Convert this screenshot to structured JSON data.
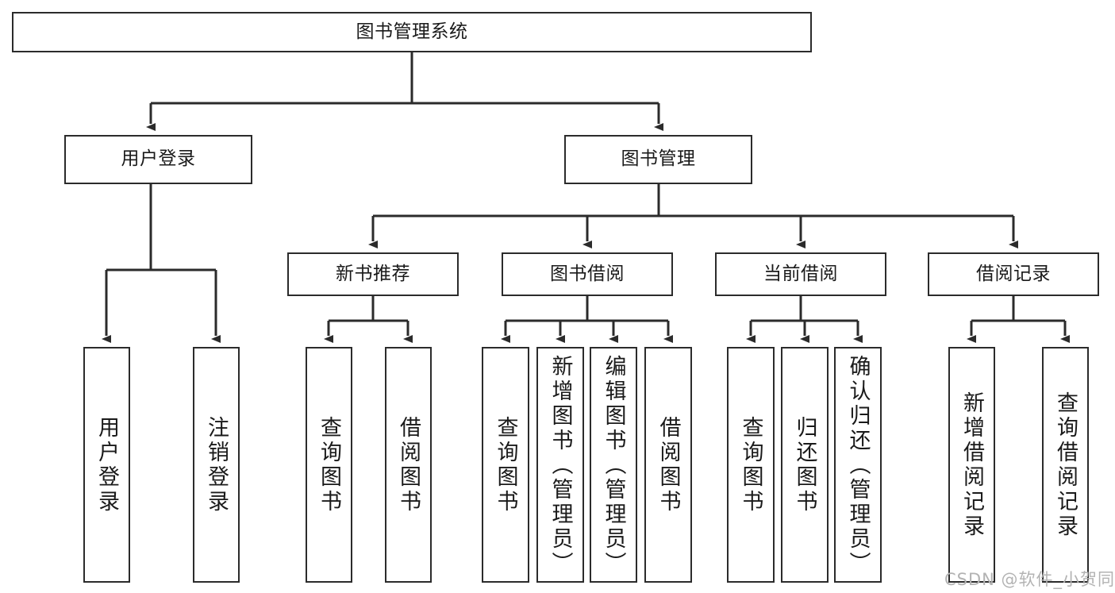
{
  "diagram": {
    "title": "图书管理系统",
    "type": "tree-hierarchy-chart",
    "watermark": "CSDN @软件_小贺同学",
    "colors": {
      "box_border": "#2b2b2b",
      "box_fill": "#ffffff",
      "connector": "#2b2b2b",
      "text": "#1a1a1a",
      "watermark": "#b3b3b3"
    },
    "levels": {
      "root": {
        "label": "图书管理系统"
      },
      "level2": [
        {
          "id": "user-login",
          "label": "用户登录"
        },
        {
          "id": "book-management",
          "label": "图书管理"
        }
      ],
      "level3": [
        {
          "id": "new-book-recommend",
          "label": "新书推荐",
          "parent": "book-management"
        },
        {
          "id": "book-borrow",
          "label": "图书借阅",
          "parent": "book-management"
        },
        {
          "id": "current-borrow",
          "label": "当前借阅",
          "parent": "book-management"
        },
        {
          "id": "borrow-record",
          "label": "借阅记录",
          "parent": "book-management"
        }
      ],
      "leaves": {
        "user_login": [
          {
            "id": "leaf-user-login",
            "label": "用户登录"
          },
          {
            "id": "leaf-logout",
            "label": "注销登录"
          }
        ],
        "new_book_recommend": [
          {
            "id": "leaf-query-book-1",
            "label": "查询图书"
          },
          {
            "id": "leaf-borrow-book-1",
            "label": "借阅图书"
          }
        ],
        "book_borrow": [
          {
            "id": "leaf-query-book-2",
            "label": "查询图书"
          },
          {
            "id": "leaf-add-book",
            "label": "新增图书（管理员）"
          },
          {
            "id": "leaf-edit-book",
            "label": "编辑图书（管理员）"
          },
          {
            "id": "leaf-borrow-book-2",
            "label": "借阅图书"
          }
        ],
        "current_borrow": [
          {
            "id": "leaf-query-book-3",
            "label": "查询图书"
          },
          {
            "id": "leaf-return-book",
            "label": "归还图书"
          },
          {
            "id": "leaf-confirm-return",
            "label": "确认归还（管理员）"
          }
        ],
        "borrow_record": [
          {
            "id": "leaf-add-record",
            "label": "新增借阅记录"
          },
          {
            "id": "leaf-query-record",
            "label": "查询借阅记录"
          }
        ]
      }
    }
  }
}
